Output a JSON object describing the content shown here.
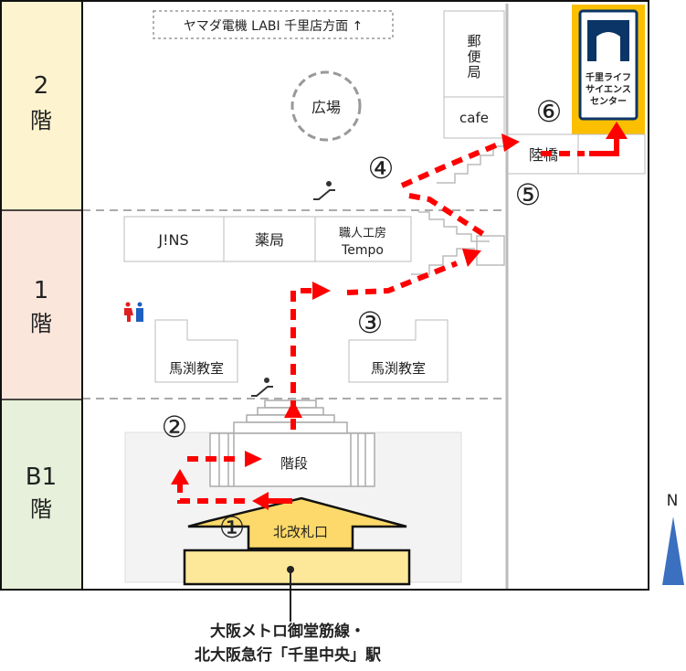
{
  "floors": [
    {
      "label": "2\n階",
      "num": "2",
      "kanji": "階",
      "color": "#fdf3cf"
    },
    {
      "num": "1",
      "kanji": "階",
      "color": "#fbe6dc"
    },
    {
      "num": "B1",
      "kanji": "階",
      "color": "#e6f0da"
    }
  ],
  "map": {
    "direction_sign": "ヤマダ電機 LABI 千里店方面 ↑",
    "plaza": "広場",
    "post_office": [
      "郵",
      "便",
      "局"
    ],
    "cafe": "cafe",
    "bridge": "陸橋",
    "science_center": [
      "千里ライフ",
      "サイエンス",
      "センター"
    ],
    "shops": [
      "J!NS",
      "薬局",
      "職人工房",
      "Tempo"
    ],
    "schools": [
      "馬渕教室",
      "馬渕教室"
    ],
    "stairs": "階段",
    "gate": "北改札口",
    "steps": [
      "①",
      "②",
      "③",
      "④",
      "⑤",
      "⑥"
    ],
    "north": "N",
    "station_line1": "大阪メトロ御堂筋線・",
    "station_line2": "北大阪急行「千里中央」駅"
  },
  "colors": {
    "route": "#ff0000",
    "accent_orange": "#fbbf00",
    "navy": "#0b3566",
    "north_arrow": "#3b6fc0"
  }
}
